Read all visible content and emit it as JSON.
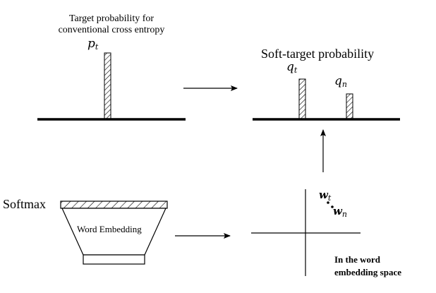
{
  "labels": {
    "target_title_line1": "Target probability for",
    "target_title_line2": "conventional cross  entropy",
    "pt_symbol": "p",
    "pt_sub": "t",
    "soft_title": "Soft-target probability",
    "qt_symbol": "q",
    "qt_sub": "t",
    "qn_symbol": "q",
    "qn_sub": "n",
    "softmax": "Softmax",
    "word_embedding": "Word Embedding",
    "wt_symbol": "w",
    "wt_sub": "t",
    "wn_symbol": "w",
    "wn_sub": "n",
    "space_line1": "In the word",
    "space_line2": "embedding space"
  },
  "colors": {
    "ink": "#000000",
    "background": "#ffffff"
  }
}
